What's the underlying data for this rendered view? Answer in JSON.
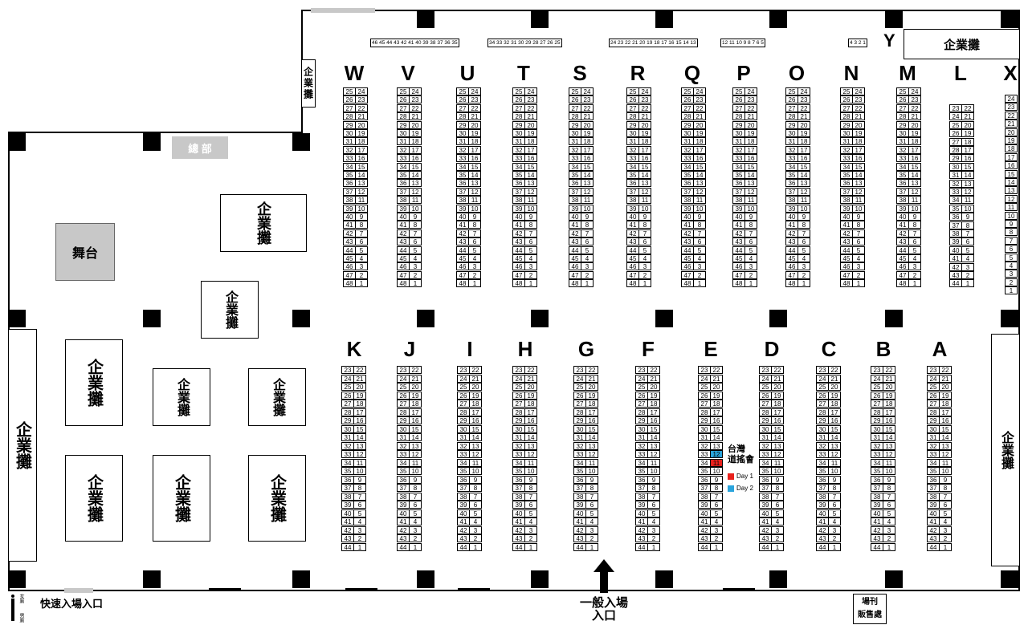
{
  "top_rows": [
    {
      "label": "W",
      "cells": [
        [
          25,
          24
        ],
        [
          26,
          23
        ],
        [
          27,
          22
        ],
        [
          28,
          21
        ],
        [
          29,
          20
        ],
        [
          30,
          19
        ],
        [
          31,
          18
        ],
        [
          32,
          17
        ],
        [
          33,
          16
        ],
        [
          34,
          15
        ],
        [
          35,
          14
        ],
        [
          36,
          13
        ],
        [
          37,
          12
        ],
        [
          38,
          11
        ],
        [
          39,
          10
        ],
        [
          40,
          9
        ],
        [
          41,
          8
        ],
        [
          42,
          7
        ],
        [
          43,
          6
        ],
        [
          44,
          5
        ],
        [
          45,
          4
        ],
        [
          46,
          3
        ],
        [
          47,
          2
        ],
        [
          48,
          1
        ]
      ]
    },
    {
      "label": "V",
      "cells": [
        [
          25,
          24
        ],
        [
          26,
          23
        ],
        [
          27,
          22
        ],
        [
          28,
          21
        ],
        [
          29,
          20
        ],
        [
          30,
          19
        ],
        [
          31,
          18
        ],
        [
          32,
          17
        ],
        [
          33,
          16
        ],
        [
          34,
          15
        ],
        [
          35,
          14
        ],
        [
          36,
          13
        ],
        [
          37,
          12
        ],
        [
          38,
          11
        ],
        [
          39,
          10
        ],
        [
          40,
          9
        ],
        [
          41,
          8
        ],
        [
          42,
          7
        ],
        [
          43,
          6
        ],
        [
          44,
          5
        ],
        [
          45,
          4
        ],
        [
          46,
          3
        ],
        [
          47,
          2
        ],
        [
          48,
          1
        ]
      ]
    },
    {
      "label": "U",
      "cells": [
        [
          25,
          24
        ],
        [
          26,
          23
        ],
        [
          27,
          22
        ],
        [
          28,
          21
        ],
        [
          29,
          20
        ],
        [
          30,
          19
        ],
        [
          31,
          18
        ],
        [
          32,
          17
        ],
        [
          33,
          16
        ],
        [
          34,
          15
        ],
        [
          35,
          14
        ],
        [
          36,
          13
        ],
        [
          37,
          12
        ],
        [
          38,
          11
        ],
        [
          39,
          10
        ],
        [
          40,
          9
        ],
        [
          41,
          8
        ],
        [
          42,
          7
        ],
        [
          43,
          6
        ],
        [
          44,
          5
        ],
        [
          45,
          4
        ],
        [
          46,
          3
        ],
        [
          47,
          2
        ],
        [
          48,
          1
        ]
      ]
    },
    {
      "label": "T",
      "cells": [
        [
          25,
          24
        ],
        [
          26,
          23
        ],
        [
          27,
          22
        ],
        [
          28,
          21
        ],
        [
          29,
          20
        ],
        [
          30,
          19
        ],
        [
          31,
          18
        ],
        [
          32,
          17
        ],
        [
          33,
          16
        ],
        [
          34,
          15
        ],
        [
          35,
          14
        ],
        [
          36,
          13
        ],
        [
          37,
          12
        ],
        [
          38,
          11
        ],
        [
          39,
          10
        ],
        [
          40,
          9
        ],
        [
          41,
          8
        ],
        [
          42,
          7
        ],
        [
          43,
          6
        ],
        [
          44,
          5
        ],
        [
          45,
          4
        ],
        [
          46,
          3
        ],
        [
          47,
          2
        ],
        [
          48,
          1
        ]
      ]
    },
    {
      "label": "S",
      "cells": [
        [
          25,
          24
        ],
        [
          26,
          23
        ],
        [
          27,
          22
        ],
        [
          28,
          21
        ],
        [
          29,
          20
        ],
        [
          30,
          19
        ],
        [
          31,
          18
        ],
        [
          32,
          17
        ],
        [
          33,
          16
        ],
        [
          34,
          15
        ],
        [
          35,
          14
        ],
        [
          36,
          13
        ],
        [
          37,
          12
        ],
        [
          38,
          11
        ],
        [
          39,
          10
        ],
        [
          40,
          9
        ],
        [
          41,
          8
        ],
        [
          42,
          7
        ],
        [
          43,
          6
        ],
        [
          44,
          5
        ],
        [
          45,
          4
        ],
        [
          46,
          3
        ],
        [
          47,
          2
        ],
        [
          48,
          1
        ]
      ]
    },
    {
      "label": "R",
      "cells": [
        [
          25,
          24
        ],
        [
          26,
          23
        ],
        [
          27,
          22
        ],
        [
          28,
          21
        ],
        [
          29,
          20
        ],
        [
          30,
          19
        ],
        [
          31,
          18
        ],
        [
          32,
          17
        ],
        [
          33,
          16
        ],
        [
          34,
          15
        ],
        [
          35,
          14
        ],
        [
          36,
          13
        ],
        [
          37,
          12
        ],
        [
          38,
          11
        ],
        [
          39,
          10
        ],
        [
          40,
          9
        ],
        [
          41,
          8
        ],
        [
          42,
          7
        ],
        [
          43,
          6
        ],
        [
          44,
          5
        ],
        [
          45,
          4
        ],
        [
          46,
          3
        ],
        [
          47,
          2
        ],
        [
          48,
          1
        ]
      ]
    },
    {
      "label": "Q",
      "cells": [
        [
          25,
          24
        ],
        [
          26,
          23
        ],
        [
          27,
          22
        ],
        [
          28,
          21
        ],
        [
          29,
          20
        ],
        [
          30,
          19
        ],
        [
          31,
          18
        ],
        [
          32,
          17
        ],
        [
          33,
          16
        ],
        [
          34,
          15
        ],
        [
          35,
          14
        ],
        [
          36,
          13
        ],
        [
          37,
          12
        ],
        [
          38,
          11
        ],
        [
          39,
          10
        ],
        [
          40,
          9
        ],
        [
          41,
          8
        ],
        [
          42,
          7
        ],
        [
          43,
          6
        ],
        [
          44,
          5
        ],
        [
          45,
          4
        ],
        [
          46,
          3
        ],
        [
          47,
          2
        ],
        [
          48,
          1
        ]
      ]
    },
    {
      "label": "P",
      "cells": [
        [
          25,
          24
        ],
        [
          26,
          23
        ],
        [
          27,
          22
        ],
        [
          28,
          21
        ],
        [
          29,
          20
        ],
        [
          30,
          19
        ],
        [
          31,
          18
        ],
        [
          32,
          17
        ],
        [
          33,
          16
        ],
        [
          34,
          15
        ],
        [
          35,
          14
        ],
        [
          36,
          13
        ],
        [
          37,
          12
        ],
        [
          38,
          11
        ],
        [
          39,
          10
        ],
        [
          40,
          9
        ],
        [
          41,
          8
        ],
        [
          42,
          7
        ],
        [
          43,
          6
        ],
        [
          44,
          5
        ],
        [
          45,
          4
        ],
        [
          46,
          3
        ],
        [
          47,
          2
        ],
        [
          48,
          1
        ]
      ]
    },
    {
      "label": "O",
      "cells": [
        [
          25,
          24
        ],
        [
          26,
          23
        ],
        [
          27,
          22
        ],
        [
          28,
          21
        ],
        [
          29,
          20
        ],
        [
          30,
          19
        ],
        [
          31,
          18
        ],
        [
          32,
          17
        ],
        [
          33,
          16
        ],
        [
          34,
          15
        ],
        [
          35,
          14
        ],
        [
          36,
          13
        ],
        [
          37,
          12
        ],
        [
          38,
          11
        ],
        [
          39,
          10
        ],
        [
          40,
          9
        ],
        [
          41,
          8
        ],
        [
          42,
          7
        ],
        [
          43,
          6
        ],
        [
          44,
          5
        ],
        [
          45,
          4
        ],
        [
          46,
          3
        ],
        [
          47,
          2
        ],
        [
          48,
          1
        ]
      ]
    },
    {
      "label": "N",
      "cells": [
        [
          25,
          24
        ],
        [
          26,
          23
        ],
        [
          27,
          22
        ],
        [
          28,
          21
        ],
        [
          29,
          20
        ],
        [
          30,
          19
        ],
        [
          31,
          18
        ],
        [
          32,
          17
        ],
        [
          33,
          16
        ],
        [
          34,
          15
        ],
        [
          35,
          14
        ],
        [
          36,
          13
        ],
        [
          37,
          12
        ],
        [
          38,
          11
        ],
        [
          39,
          10
        ],
        [
          40,
          9
        ],
        [
          41,
          8
        ],
        [
          42,
          7
        ],
        [
          43,
          6
        ],
        [
          44,
          5
        ],
        [
          45,
          4
        ],
        [
          46,
          3
        ],
        [
          47,
          2
        ],
        [
          48,
          1
        ]
      ]
    },
    {
      "label": "M",
      "cells": [
        [
          25,
          24
        ],
        [
          26,
          23
        ],
        [
          27,
          22
        ],
        [
          28,
          21
        ],
        [
          29,
          20
        ],
        [
          30,
          19
        ],
        [
          31,
          18
        ],
        [
          32,
          17
        ],
        [
          33,
          16
        ],
        [
          34,
          15
        ],
        [
          35,
          14
        ],
        [
          36,
          13
        ],
        [
          37,
          12
        ],
        [
          38,
          11
        ],
        [
          39,
          10
        ],
        [
          40,
          9
        ],
        [
          41,
          8
        ],
        [
          42,
          7
        ],
        [
          43,
          6
        ],
        [
          44,
          5
        ],
        [
          45,
          4
        ],
        [
          46,
          3
        ],
        [
          47,
          2
        ],
        [
          48,
          1
        ]
      ]
    },
    {
      "label": "L",
      "cells": [
        [
          23,
          22
        ],
        [
          24,
          21
        ],
        [
          25,
          20
        ],
        [
          26,
          19
        ],
        [
          27,
          18
        ],
        [
          28,
          17
        ],
        [
          29,
          16
        ],
        [
          30,
          15
        ],
        [
          31,
          14
        ],
        [
          32,
          13
        ],
        [
          33,
          12
        ],
        [
          34,
          11
        ],
        [
          35,
          10
        ],
        [
          36,
          9
        ],
        [
          37,
          8
        ],
        [
          38,
          7
        ],
        [
          39,
          6
        ],
        [
          40,
          5
        ],
        [
          41,
          4
        ],
        [
          42,
          3
        ],
        [
          43,
          2
        ],
        [
          44,
          1
        ]
      ]
    }
  ],
  "x_row": {
    "label": "X",
    "cells": [
      24,
      23,
      22,
      21,
      20,
      19,
      18,
      17,
      16,
      15,
      14,
      13,
      12,
      11,
      10,
      9,
      8,
      7,
      6,
      5,
      4,
      3,
      2,
      1
    ]
  },
  "bottom_rows": [
    {
      "label": "K"
    },
    {
      "label": "J"
    },
    {
      "label": "I"
    },
    {
      "label": "H"
    },
    {
      "label": "G"
    },
    {
      "label": "F"
    },
    {
      "label": "E"
    },
    {
      "label": "D"
    },
    {
      "label": "C"
    },
    {
      "label": "B"
    },
    {
      "label": "A"
    }
  ],
  "bottom_cells": [
    [
      23,
      22
    ],
    [
      24,
      21
    ],
    [
      25,
      20
    ],
    [
      26,
      19
    ],
    [
      27,
      18
    ],
    [
      28,
      17
    ],
    [
      29,
      16
    ],
    [
      30,
      15
    ],
    [
      31,
      14
    ],
    [
      32,
      13
    ],
    [
      33,
      12
    ],
    [
      34,
      11
    ],
    [
      35,
      10
    ],
    [
      36,
      9
    ],
    [
      37,
      8
    ],
    [
      38,
      7
    ],
    [
      39,
      6
    ],
    [
      40,
      5
    ],
    [
      41,
      4
    ],
    [
      42,
      3
    ],
    [
      43,
      2
    ],
    [
      44,
      1
    ]
  ],
  "signs": [
    "46 45 44 43 42 41 40 39 38 37 36 35",
    "34 33 32 31 30 29 28 27 26 25",
    "24 23 22 21 20 19 18 17 16 15 14 13",
    "12 11 10 9 8 7 6 5",
    "4 3 2 1"
  ],
  "y_label": "Y",
  "labels": {
    "enterprise": "企業攤",
    "hq": "總 部",
    "stage": "舞台",
    "fast_entrance": "快速入場入口",
    "main_entrance_1": "一般入場",
    "main_entrance_2": "入口",
    "pamphlet_1": "場刊",
    "pamphlet_2": "販售處",
    "toilet_f": "女廁",
    "toilet_m": "男廁",
    "highlight_name_1": "台灣",
    "highlight_name_2": "道搖會",
    "legend_day1": "Day 1",
    "legend_day2": "Day 2"
  },
  "highlight": {
    "row": "E",
    "day1_booth": 11,
    "day2_booth": 12
  },
  "colors": {
    "day1": "#e8211c",
    "day2": "#2aa4dc",
    "gray": "#c8c8c8"
  }
}
